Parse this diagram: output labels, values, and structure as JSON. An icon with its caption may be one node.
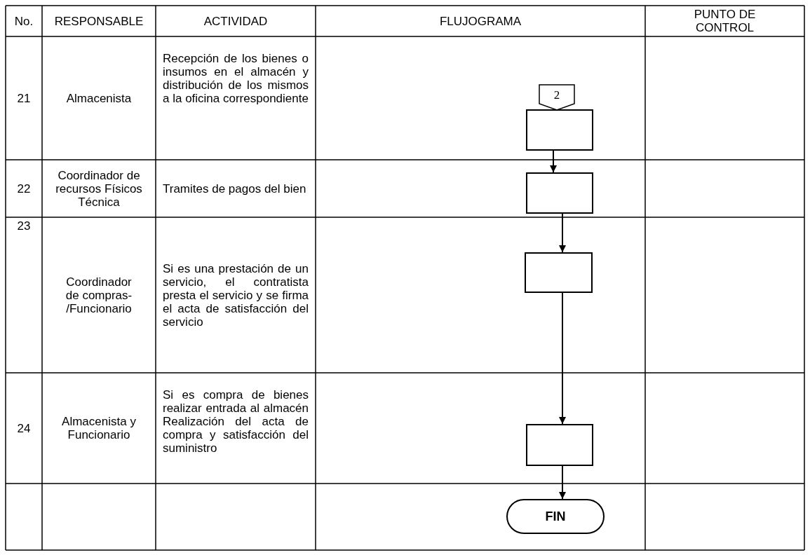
{
  "diagram": {
    "nodes": [
      {
        "text": [
          "2"
        ]
      },
      {
        "text": [],
        "shape": "box"
      },
      {
        "text": [],
        "shape": "box"
      },
      {
        "text": [],
        "shape": "box"
      },
      {
        "text": [],
        "shape": "box"
      },
      {
        "text": [
          "FIN"
        ]
      }
    ],
    "edges": [
      {
        "from": 1,
        "to": 2,
        "arrow": "to"
      },
      {
        "from": 2,
        "to": 3,
        "arrow": "to"
      },
      {
        "from": 3,
        "to": 4,
        "arrow": "to"
      },
      {
        "from": 4,
        "to": 5,
        "arrow": "to"
      }
    ],
    "labels": [
      "No.",
      "RESPONSABLE",
      "ACTIVIDAD",
      "FLUJOGRAMA",
      "PUNTO DE CONTROL",
      "21",
      "Almacenista",
      "Recepción de los bienes o insumos en el almacén y distribución de los mismos a la oficina correspondiente",
      "22",
      "Coordinador de recursos Físicos Técnica",
      "Tramites de pagos del bien",
      "23",
      "Coordinador de compras- /Funcionario",
      "Si es una prestación de un servicio, el contratista presta el servicio y se firma el acta de satisfacción del servicio",
      "24",
      "Almacenista y Funcionario",
      "Si es compra de bienes realizar entrada al almacén Realización del acta de compra y satisfacción del suministro"
    ]
  }
}
